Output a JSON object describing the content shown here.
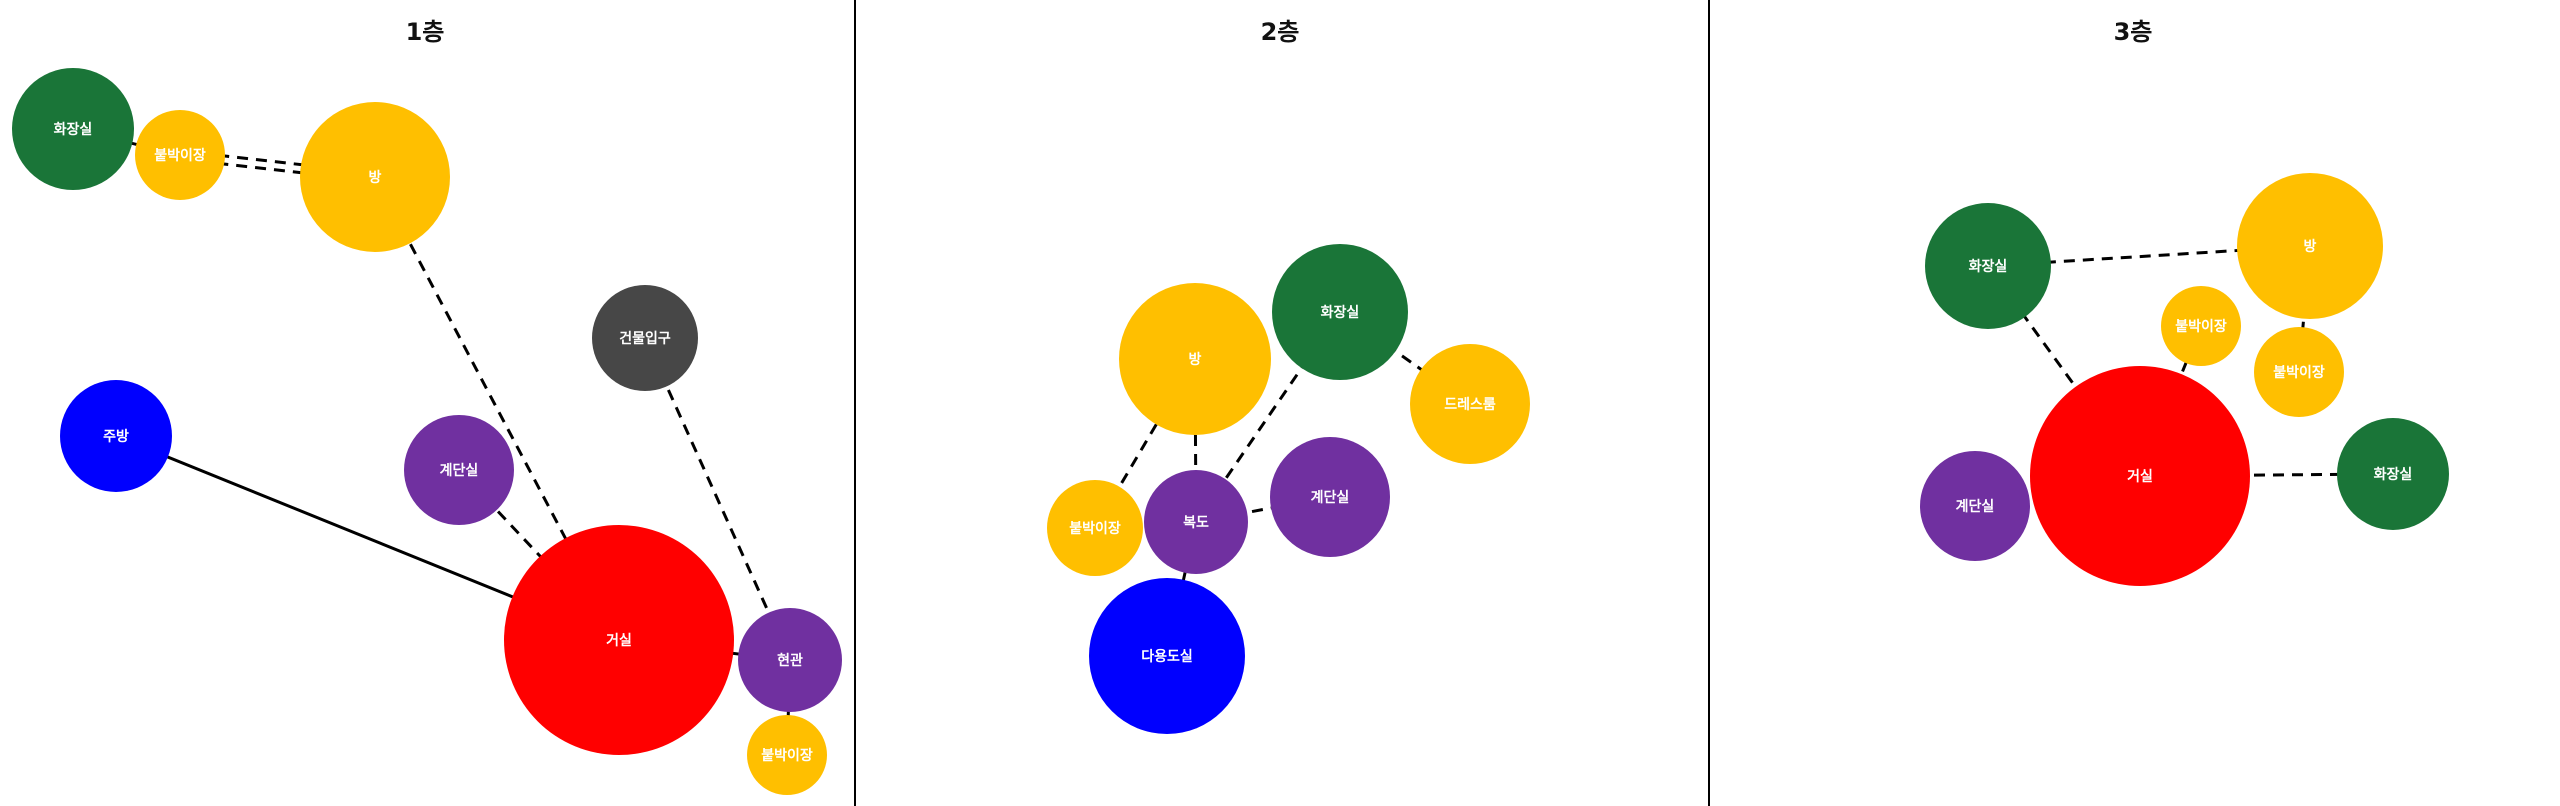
{
  "colors": {
    "toilet": "#1a7538",
    "room": "#ffbf00",
    "stairs": "#7030a0",
    "living": "#ff0000",
    "kitchen": "#0000ff",
    "entrance": "#474747",
    "edge": "#000000"
  },
  "panels": [
    {
      "title": "1층",
      "nodes": [
        {
          "id": "toilet",
          "label": "화장실",
          "kind": "toilet"
        },
        {
          "id": "closet",
          "label": "붙박이장",
          "kind": "room"
        },
        {
          "id": "room",
          "label": "방",
          "kind": "room"
        },
        {
          "id": "entry",
          "label": "건물입구",
          "kind": "entrance"
        },
        {
          "id": "kitchen",
          "label": "주방",
          "kind": "kitchen"
        },
        {
          "id": "stairs",
          "label": "계단실",
          "kind": "stairs"
        },
        {
          "id": "living",
          "label": "거실",
          "kind": "living"
        },
        {
          "id": "foyer",
          "label": "현관",
          "kind": "stairs"
        },
        {
          "id": "closet2",
          "label": "붙박이장",
          "kind": "room"
        }
      ],
      "edges": [
        {
          "from": "toilet",
          "to": "closet",
          "style": "solid"
        },
        {
          "from": "closet",
          "to": "room",
          "style": "dashed"
        },
        {
          "from": "closet",
          "to": "room",
          "style": "dashed"
        },
        {
          "from": "room",
          "to": "living",
          "style": "dashed"
        },
        {
          "from": "stairs",
          "to": "living",
          "style": "dashed"
        },
        {
          "from": "kitchen",
          "to": "living",
          "style": "solid"
        },
        {
          "from": "entry",
          "to": "foyer",
          "style": "dashed"
        },
        {
          "from": "living",
          "to": "foyer",
          "style": "solid"
        },
        {
          "from": "foyer",
          "to": "closet2",
          "style": "solid"
        }
      ]
    },
    {
      "title": "2층",
      "nodes": [
        {
          "id": "room",
          "label": "방",
          "kind": "room"
        },
        {
          "id": "toilet",
          "label": "화장실",
          "kind": "toilet"
        },
        {
          "id": "dress",
          "label": "드레스룸",
          "kind": "room"
        },
        {
          "id": "closet",
          "label": "붙박이장",
          "kind": "room"
        },
        {
          "id": "hall",
          "label": "복도",
          "kind": "stairs"
        },
        {
          "id": "stairs",
          "label": "계단실",
          "kind": "stairs"
        },
        {
          "id": "multi",
          "label": "다용도실",
          "kind": "kitchen"
        }
      ],
      "edges": [
        {
          "from": "room",
          "to": "hall",
          "style": "dashed"
        },
        {
          "from": "room",
          "to": "closet",
          "style": "dashed"
        },
        {
          "from": "toilet",
          "to": "hall",
          "style": "dashed"
        },
        {
          "from": "toilet",
          "to": "dress",
          "style": "dashed"
        },
        {
          "from": "hall",
          "to": "stairs",
          "style": "dashed"
        },
        {
          "from": "hall",
          "to": "multi",
          "style": "solid"
        }
      ]
    },
    {
      "title": "3층",
      "nodes": [
        {
          "id": "toilet",
          "label": "화장실",
          "kind": "toilet"
        },
        {
          "id": "room",
          "label": "방",
          "kind": "room"
        },
        {
          "id": "closet",
          "label": "붙박이장",
          "kind": "room"
        },
        {
          "id": "closet2",
          "label": "붙박이장",
          "kind": "room"
        },
        {
          "id": "living",
          "label": "거실",
          "kind": "living"
        },
        {
          "id": "toilet2",
          "label": "화장실",
          "kind": "toilet"
        },
        {
          "id": "stairs",
          "label": "계단실",
          "kind": "stairs"
        }
      ],
      "edges": [
        {
          "from": "toilet",
          "to": "room",
          "style": "dashed"
        },
        {
          "from": "room",
          "to": "closet2",
          "style": "dashed"
        },
        {
          "from": "toilet",
          "to": "living",
          "style": "dashed"
        },
        {
          "from": "closet",
          "to": "living",
          "style": "dashed"
        },
        {
          "from": "living",
          "to": "toilet2",
          "style": "dashed"
        }
      ]
    }
  ]
}
